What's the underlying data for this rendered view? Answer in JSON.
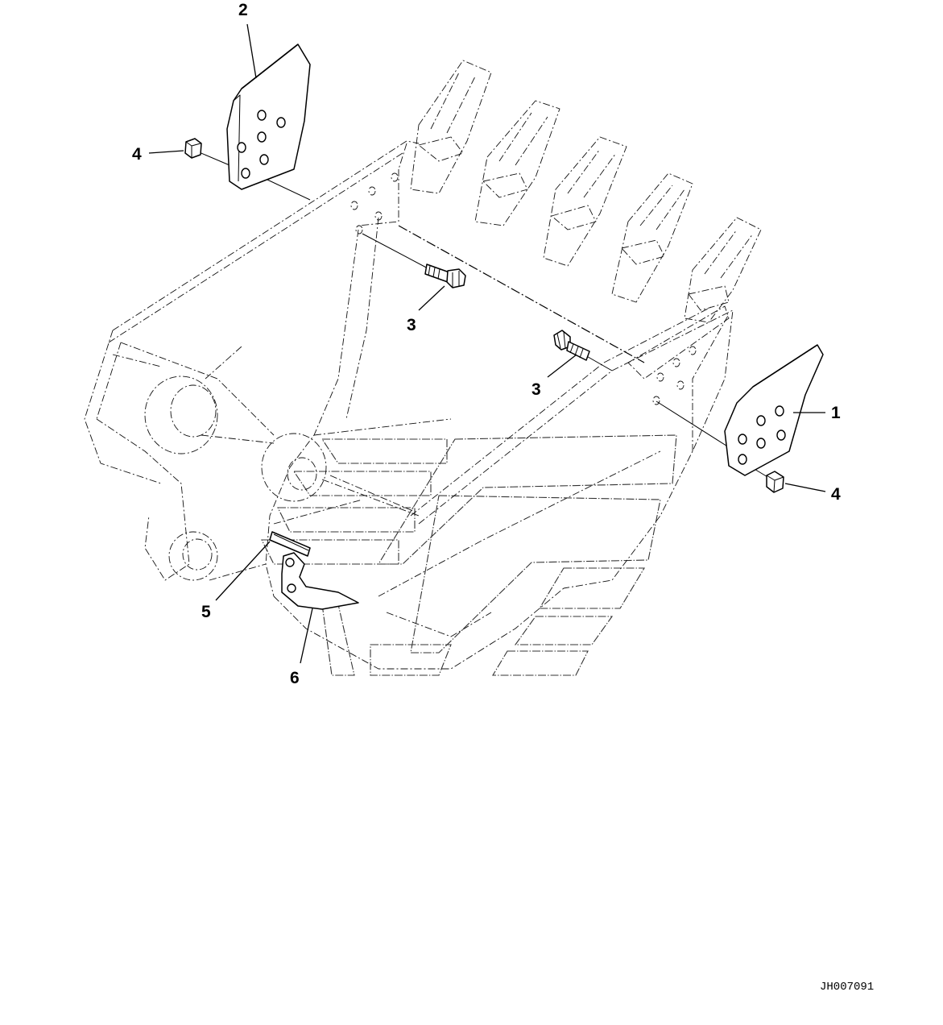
{
  "diagram": {
    "callouts": [
      {
        "label": "1"
      },
      {
        "label": "2"
      },
      {
        "label": "3"
      },
      {
        "label": "3"
      },
      {
        "label": "4"
      },
      {
        "label": "4"
      },
      {
        "label": "5"
      },
      {
        "label": "6"
      }
    ],
    "drawing_id": "JH007091"
  }
}
